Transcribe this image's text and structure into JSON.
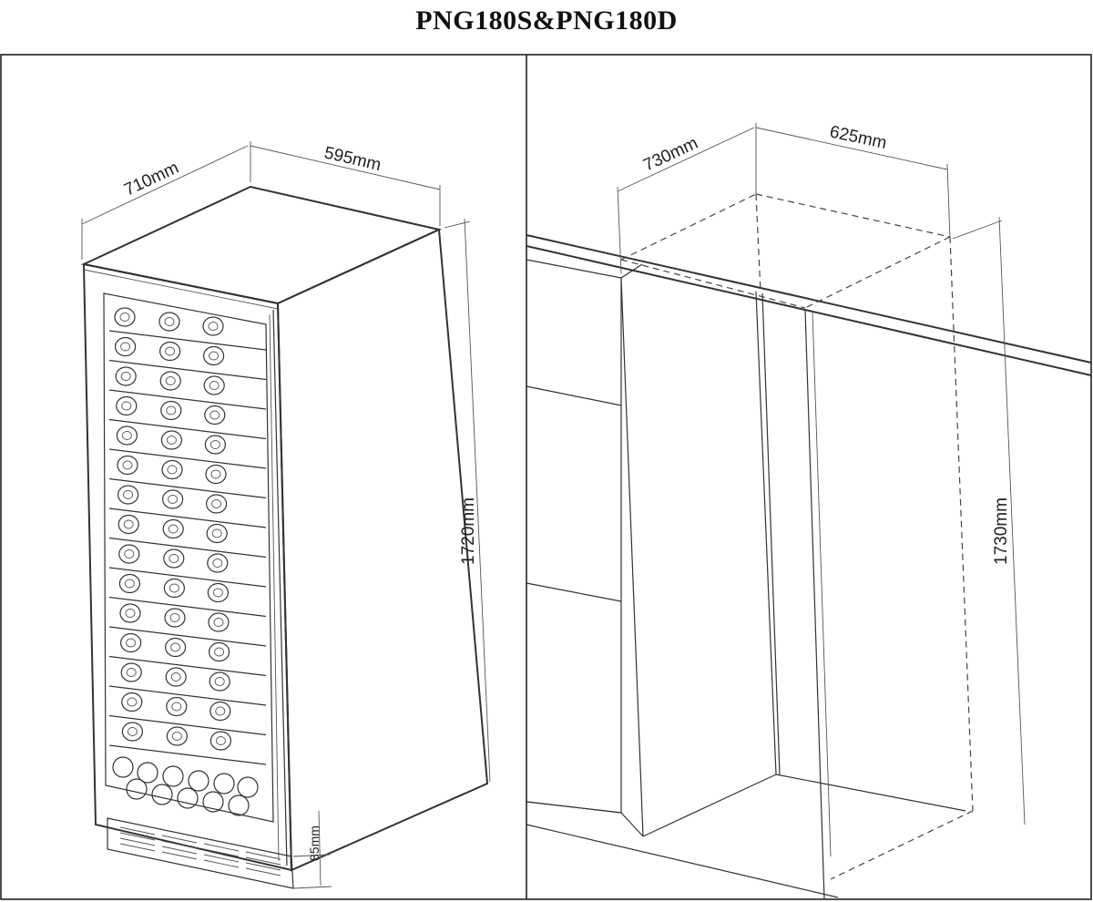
{
  "title": "PNG180S&PNG180D",
  "left_view": {
    "depth": "710mm",
    "width": "595mm",
    "height": "1720mm",
    "base_height": "85mm"
  },
  "right_view": {
    "depth": "730mm",
    "width": "625mm",
    "height": "1730mm"
  },
  "colors": {
    "line": "#333333",
    "background": "#ffffff"
  }
}
